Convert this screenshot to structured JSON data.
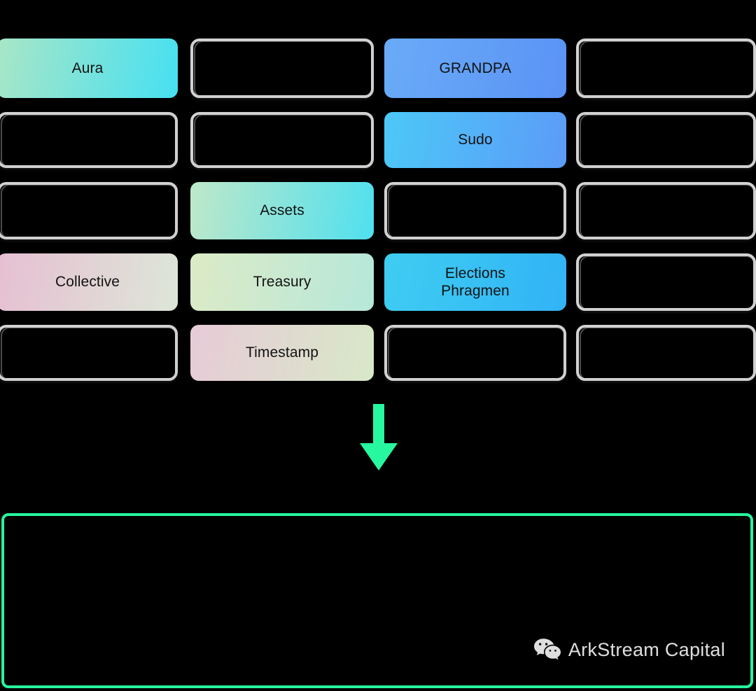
{
  "theme": {
    "background": "#000000",
    "accent_green": "#27f79e",
    "empty_border": "#d2d2d2",
    "label_color": "#121212"
  },
  "pallet_grid": {
    "columns": 4,
    "rows": 5,
    "cells": [
      {
        "label": "Aura",
        "state": "filled",
        "col": 1,
        "row": 1,
        "gradient_from": "#a9e6c6",
        "gradient_to": "#46e0f2"
      },
      {
        "label": "",
        "state": "empty",
        "col": 2,
        "row": 1
      },
      {
        "label": "GRANDPA",
        "state": "filled",
        "col": 3,
        "row": 1,
        "gradient_from": "#69abf7",
        "gradient_to": "#5b93f6"
      },
      {
        "label": "",
        "state": "empty",
        "col": 4,
        "row": 1
      },
      {
        "label": "",
        "state": "empty",
        "col": 1,
        "row": 2
      },
      {
        "label": "",
        "state": "empty",
        "col": 2,
        "row": 2
      },
      {
        "label": "Sudo",
        "state": "filled",
        "col": 3,
        "row": 2,
        "gradient_from": "#4cc8f7",
        "gradient_to": "#5c9bf8"
      },
      {
        "label": "",
        "state": "empty",
        "col": 4,
        "row": 2
      },
      {
        "label": "",
        "state": "empty",
        "col": 1,
        "row": 3
      },
      {
        "label": "Assets",
        "state": "filled",
        "col": 2,
        "row": 3,
        "gradient_from": "#bfe8c9",
        "gradient_to": "#4fe0ef"
      },
      {
        "label": "",
        "state": "empty",
        "col": 3,
        "row": 3
      },
      {
        "label": "",
        "state": "empty",
        "col": 4,
        "row": 3
      },
      {
        "label": "Collective",
        "state": "filled",
        "col": 1,
        "row": 4,
        "gradient_from": "#e6bfd2",
        "gradient_to": "#dde6d8"
      },
      {
        "label": "Treasury",
        "state": "filled",
        "col": 2,
        "row": 4,
        "gradient_from": "#dceac6",
        "gradient_to": "#b6e8da"
      },
      {
        "label": "Elections\nPhragmen",
        "state": "filled",
        "col": 3,
        "row": 4,
        "gradient_from": "#3ecdf1",
        "gradient_to": "#32b3f6"
      },
      {
        "label": "",
        "state": "empty",
        "col": 4,
        "row": 4
      },
      {
        "label": "",
        "state": "empty",
        "col": 1,
        "row": 5
      },
      {
        "label": "Timestamp",
        "state": "filled",
        "col": 2,
        "row": 5,
        "gradient_from": "#e7cbd7",
        "gradient_to": "#d8e8c8"
      },
      {
        "label": "",
        "state": "empty",
        "col": 3,
        "row": 5
      },
      {
        "label": "",
        "state": "empty",
        "col": 4,
        "row": 5
      }
    ]
  },
  "arrow": {
    "icon": "arrow-down-icon",
    "color": "#27f79e",
    "direction": "down"
  },
  "bottom_panel": {
    "border_color": "#27f79e",
    "text": ""
  },
  "watermark": {
    "icon": "wechat-icon",
    "label": "ArkStream Capital"
  }
}
